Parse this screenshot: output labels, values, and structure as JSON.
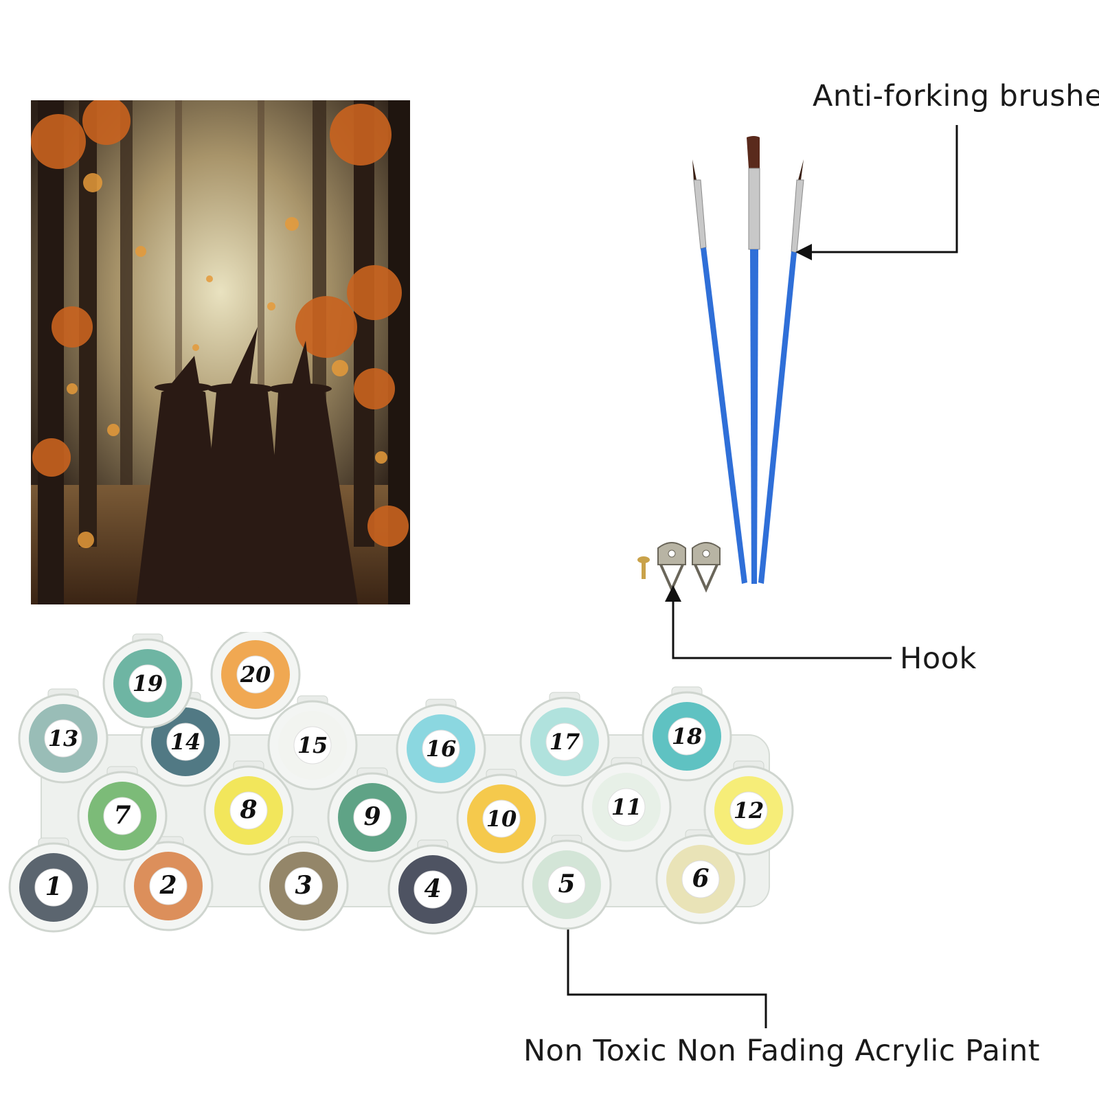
{
  "labels": {
    "brushes": "Anti-forking brushes",
    "hook": "Hook",
    "paint": "Non Toxic Non Fading Acrylic Paint"
  },
  "paint_pots": [
    {
      "number": "1",
      "color": "#4a5560"
    },
    {
      "number": "2",
      "color": "#d9844a"
    },
    {
      "number": "3",
      "color": "#8a7a5a"
    },
    {
      "number": "4",
      "color": "#3c4152"
    },
    {
      "number": "5",
      "color": "#cfe3d4"
    },
    {
      "number": "6",
      "color": "#e8e1b0"
    },
    {
      "number": "7",
      "color": "#6fb56a"
    },
    {
      "number": "8",
      "color": "#f2e44a"
    },
    {
      "number": "9",
      "color": "#4f9a7a"
    },
    {
      "number": "10",
      "color": "#f5c43a"
    },
    {
      "number": "11",
      "color": "#e6f0e6"
    },
    {
      "number": "12",
      "color": "#f6ec6a"
    },
    {
      "number": "13",
      "color": "#8fb7b0"
    },
    {
      "number": "14",
      "color": "#3f6b78"
    },
    {
      "number": "15",
      "color": "#f2f4ef"
    },
    {
      "number": "16",
      "color": "#7fd4de"
    },
    {
      "number": "17",
      "color": "#a8e0da"
    },
    {
      "number": "18",
      "color": "#4fbcbc"
    },
    {
      "number": "19",
      "color": "#5fae9a"
    },
    {
      "number": "20",
      "color": "#f0a040"
    }
  ],
  "colors": {
    "brush_handle": "#2f6fd8",
    "label_text": "#1a1a1a",
    "leader_line": "#111111"
  },
  "icons": {
    "painting": "witches-autumn-forest-painting",
    "brushes": "paint-brushes",
    "hook": "sawtooth-hanging-hook",
    "screw": "screw-icon"
  }
}
